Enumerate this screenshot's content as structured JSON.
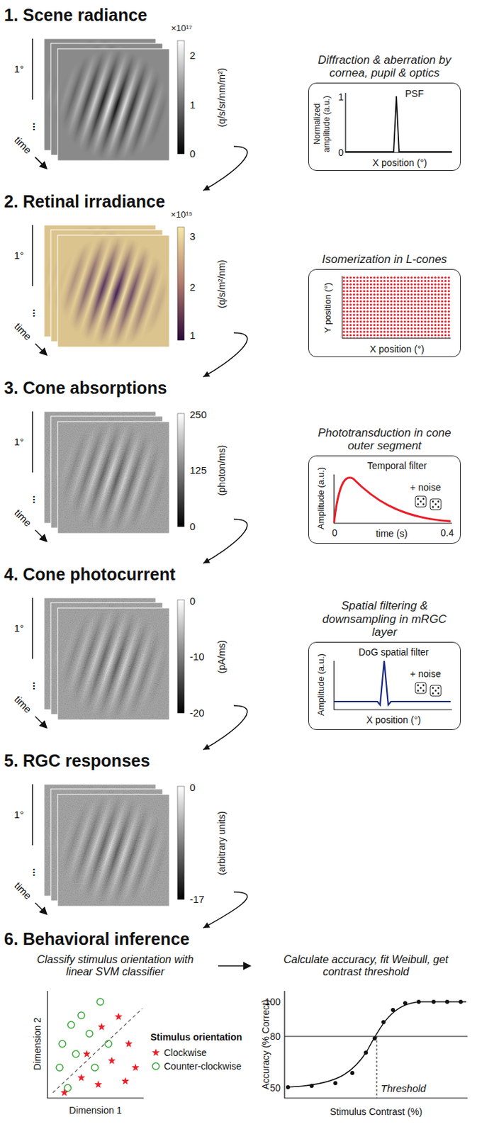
{
  "diagram": {
    "nodes": [
      {
        "text": [
          "1. Scene radiance"
        ]
      },
      {
        "text": [
          "Diffraction & aberration by cornea, pupil & optics",
          "PSF",
          "Normalized amplitude (a.u.)",
          "1",
          "0",
          "X position (°)"
        ]
      },
      {
        "text": [
          "2. Retinal irradiance"
        ]
      },
      {
        "text": [
          "Isomerization in L-cones",
          "Y position (°)",
          "X position (°)"
        ]
      },
      {
        "text": [
          "3. Cone absorptions"
        ]
      },
      {
        "text": [
          "Phototransduction in cone outer segment",
          "Temporal filter",
          "+ noise",
          "Amplitude (a.u.)",
          "0",
          "time (s)",
          "0.4"
        ]
      },
      {
        "text": [
          "4. Cone photocurrent"
        ]
      },
      {
        "text": [
          "Spatial filtering & downsampling in mRGC layer",
          "DoG spatial filter",
          "+ noise",
          "Amplitude (a.u.)",
          "X position (°)"
        ]
      },
      {
        "text": [
          "5. RGC responses"
        ]
      },
      {
        "text": [
          "6. Behavioral inference"
        ]
      }
    ],
    "edges": [
      {
        "from": 0,
        "to": 2,
        "arrow": "to"
      },
      {
        "from": 2,
        "to": 4,
        "arrow": "to"
      },
      {
        "from": 4,
        "to": 6,
        "arrow": "to"
      },
      {
        "from": 6,
        "to": 8,
        "arrow": "to"
      },
      {
        "from": 8,
        "to": 9,
        "arrow": "to"
      }
    ],
    "labels": [
      "1°",
      "...",
      "time",
      "×10¹⁷",
      "2",
      "1",
      "0",
      "(q/s/sr/nm/m²)",
      "1°",
      "...",
      "time",
      "×10¹⁵",
      "3",
      "2",
      "1",
      "(q/s/m²/nm)",
      "1°",
      "...",
      "time",
      "250",
      "125",
      "0",
      "(photon/ms)",
      "1°",
      "...",
      "time",
      "0",
      "-10",
      "-20",
      "(pA/ms)",
      "1°",
      "...",
      "time",
      "0",
      "-17",
      "(arbitrary units)",
      "Classify stimulus orientation with linear SVM classifier",
      "Calculate accuracy, fit Weibull, get contrast threshold",
      "Dimension 2",
      "Dimension 1",
      "Stimulus orientation",
      "Accuracy (% Correct)",
      "100",
      "80",
      "50",
      "Threshold",
      "Stimulus Contrast (%)"
    ],
    "legend": [
      {
        "text": "Clockwise"
      },
      {
        "text": "Counter-clockwise"
      }
    ]
  }
}
